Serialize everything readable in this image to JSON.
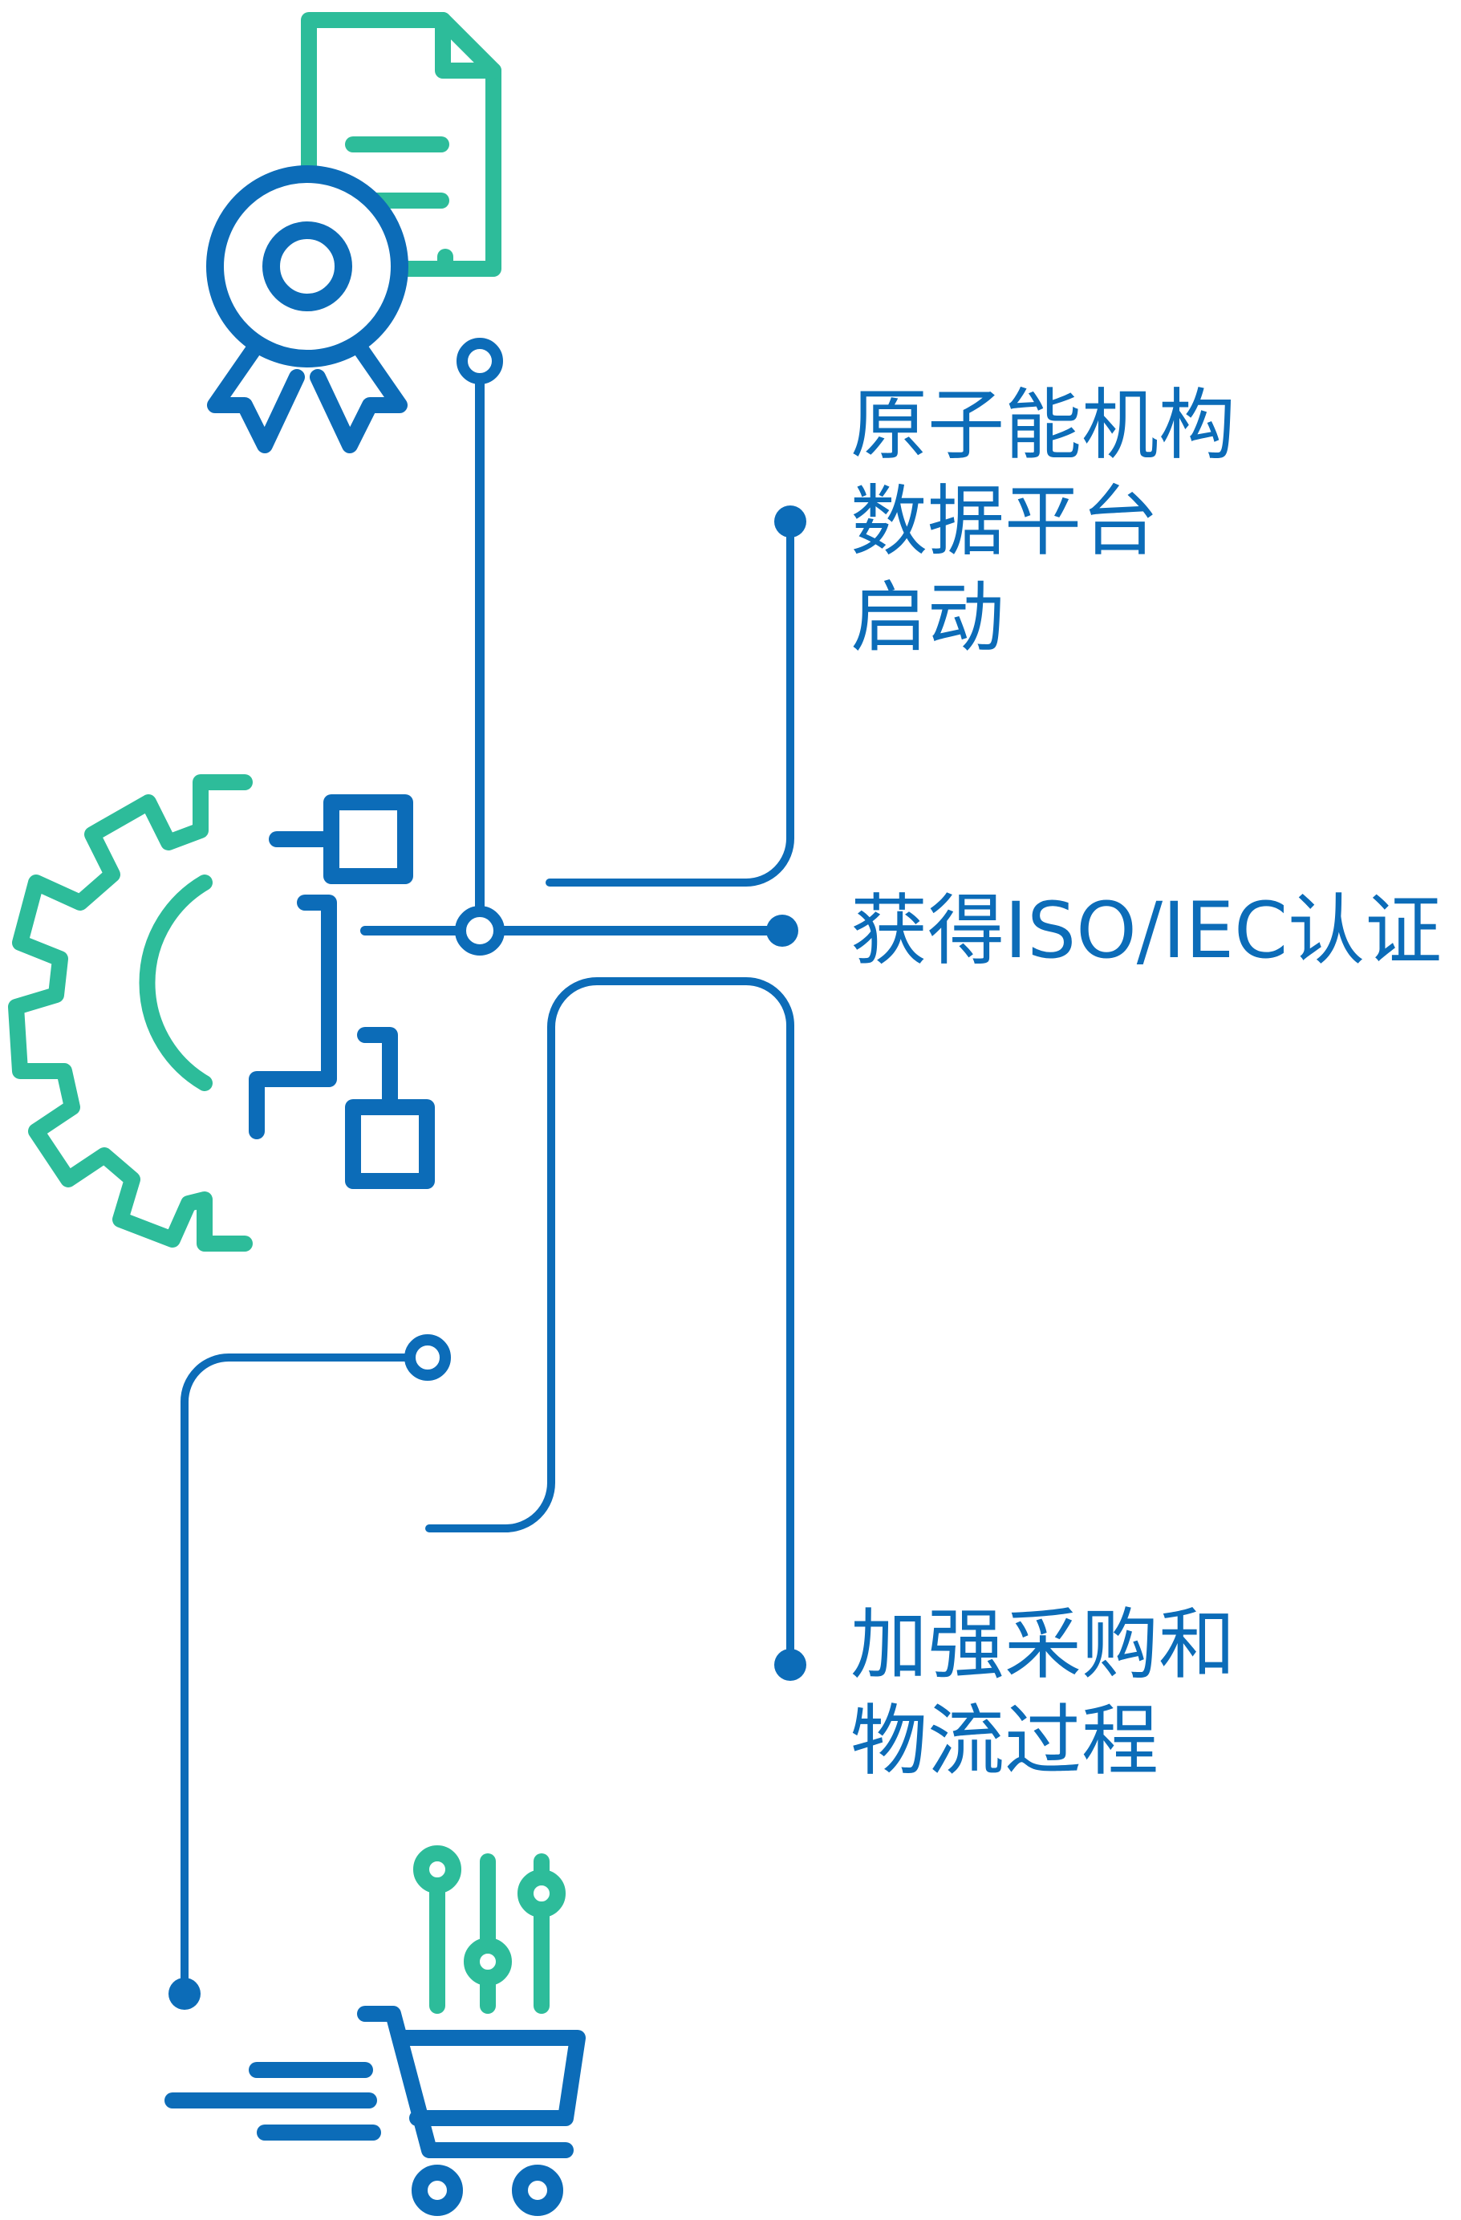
{
  "colors": {
    "primary_blue": "#0c6cb8",
    "accent_green": "#2dbc9a",
    "background": "#ffffff"
  },
  "icons": {
    "top": "certificate-icon",
    "middle": "gear-flowchart-icon",
    "bottom": "shopping-cart-icon"
  },
  "milestones": [
    {
      "lines": [
        "原子能机构",
        "数据平台",
        "启动"
      ]
    },
    {
      "lines": [
        "获得ISO/IEC认证"
      ]
    },
    {
      "lines": [
        "加强采购和",
        "物流过程"
      ]
    }
  ]
}
